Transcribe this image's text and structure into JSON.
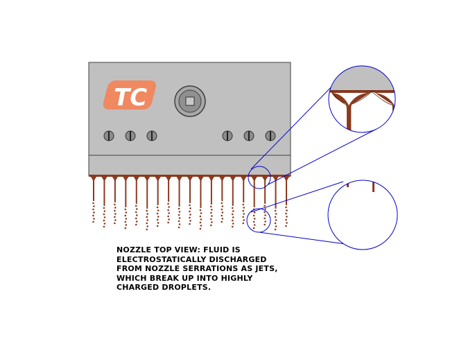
{
  "logo": {
    "text": "TC"
  },
  "caption": {
    "lines": [
      "NOZZLE TOP VIEW:  FLUID IS",
      "ELECTROSTATICALLY DISCHARGED",
      "FROM NOZZLE SERRATIONS AS JETS,",
      "WHICH BREAK UP INTO HIGHLY",
      "CHARGED DROPLETS."
    ]
  },
  "colors": {
    "body": "#c0c0c0",
    "outline": "#404040",
    "logo": "#f08860",
    "fluid": "#8b3a1e",
    "detail_circle": "#0000cc"
  },
  "counts": {
    "nozzle_serrations": 19,
    "control_knobs": 6
  }
}
